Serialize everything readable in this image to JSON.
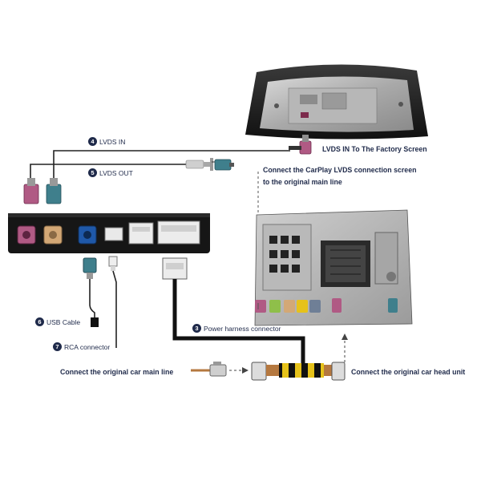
{
  "labels": {
    "lvds_in": {
      "num": "4",
      "text": "LVDS IN"
    },
    "lvds_out": {
      "num": "5",
      "text": "LVDS OUT"
    },
    "usb": {
      "num": "6",
      "text": "USB Cable"
    },
    "rca": {
      "num": "7",
      "text": "RCA connector"
    },
    "power": {
      "num": "3",
      "text": "Power harness connector"
    },
    "lvds_factory": "LVDS IN To The Factory Screen",
    "carplay_line1": "Connect the CarPlay LVDS connection screen",
    "carplay_line2": "to the original main line",
    "car_main_line": "Connect the original car main line",
    "car_head_unit": "Connect the original car head unit"
  },
  "colors": {
    "text": "#1f2a4a",
    "box_body": "#161616",
    "fakra_magenta": "#b05a84",
    "fakra_teal": "#3f7f8c",
    "fakra_tan": "#d3a876",
    "fakra_blue": "#1f58a8",
    "tape_yellow": "#e6c21a",
    "cable_copper": "#b5783f"
  }
}
